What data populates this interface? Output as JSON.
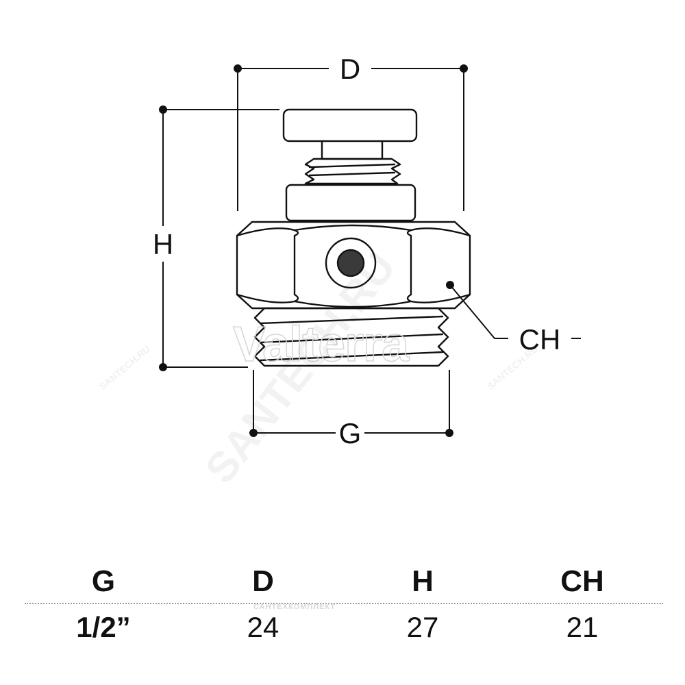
{
  "diagram": {
    "labels": {
      "d": "D",
      "h": "H",
      "g": "G",
      "ch": "CH"
    },
    "watermarks": {
      "brand": "Valterra",
      "site": "SANTECH.RU",
      "small_site": "SANTECH.RU",
      "small_site_2": "SANTECH.RU"
    }
  },
  "table": {
    "headers": [
      "G",
      "D",
      "H",
      "CH"
    ],
    "values": [
      "1/2”",
      "24",
      "27",
      "21"
    ]
  },
  "footer_watermark": "САНТЕХКОМПЛЕКТ"
}
